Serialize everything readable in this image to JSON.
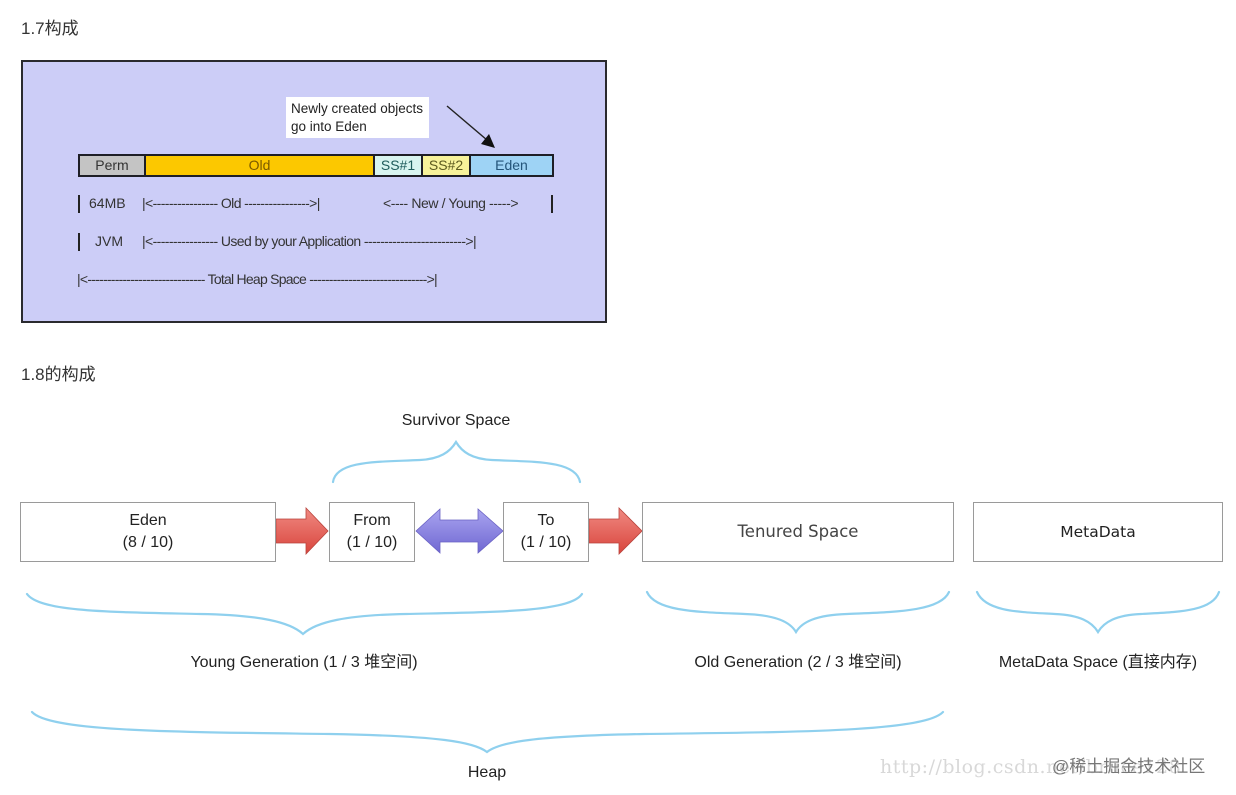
{
  "section_17": {
    "heading": "1.7构成",
    "callout": {
      "line1": "Newly created objects",
      "line2": "go into Eden"
    },
    "bar_segments": [
      {
        "key": "perm",
        "label": "Perm",
        "color": "#c4c4c4",
        "text_color": "#333333"
      },
      {
        "key": "old",
        "label": "Old",
        "color": "#fcc800",
        "text_color": "#7a5a00"
      },
      {
        "key": "ss1",
        "label": "SS#1",
        "color": "#d8f4f0",
        "text_color": "#1f5c5c"
      },
      {
        "key": "ss2",
        "label": "SS#2",
        "color": "#f7f29a",
        "text_color": "#5c5a1f"
      },
      {
        "key": "eden",
        "label": "Eden",
        "color": "#9ed3f5",
        "text_color": "#24557a"
      }
    ],
    "rows": {
      "perm_size": "64MB",
      "old_span": "|<---------------- Old ---------------->|",
      "young_span": "<---- New / Young ----->",
      "jvm": "JVM",
      "app_span": "|<---------------- Used by your Application ------------------------->|",
      "heap_span": "|<------------------------------ Total Heap Space ------------------------------>|"
    },
    "background_color": "#cccdf7"
  },
  "section_18": {
    "heading": "1.8的构成",
    "survivor_label": "Survivor Space",
    "boxes": {
      "eden": {
        "name": "Eden",
        "ratio": "(8 / 10)"
      },
      "from": {
        "name": "From",
        "ratio": "(1 / 10)"
      },
      "to": {
        "name": "To",
        "ratio": "(1 / 10)"
      },
      "tenured": {
        "name": "Tenured Space"
      },
      "metadata": {
        "name": "MetaData"
      }
    },
    "group_labels": {
      "young": "Young Generation (1 / 3 堆空间)",
      "old": "Old Generation (2 / 3 堆空间)",
      "meta": "MetaData Space (直接内存)",
      "heap": "Heap"
    },
    "colors": {
      "brace": "#8fd0ee",
      "promote_arrow": "#e5625b",
      "swap_arrow": "#8b86e0"
    }
  },
  "watermark": {
    "url": "http://blog.csdn.net/bruce128",
    "site": "@稀土掘金技术社区"
  }
}
